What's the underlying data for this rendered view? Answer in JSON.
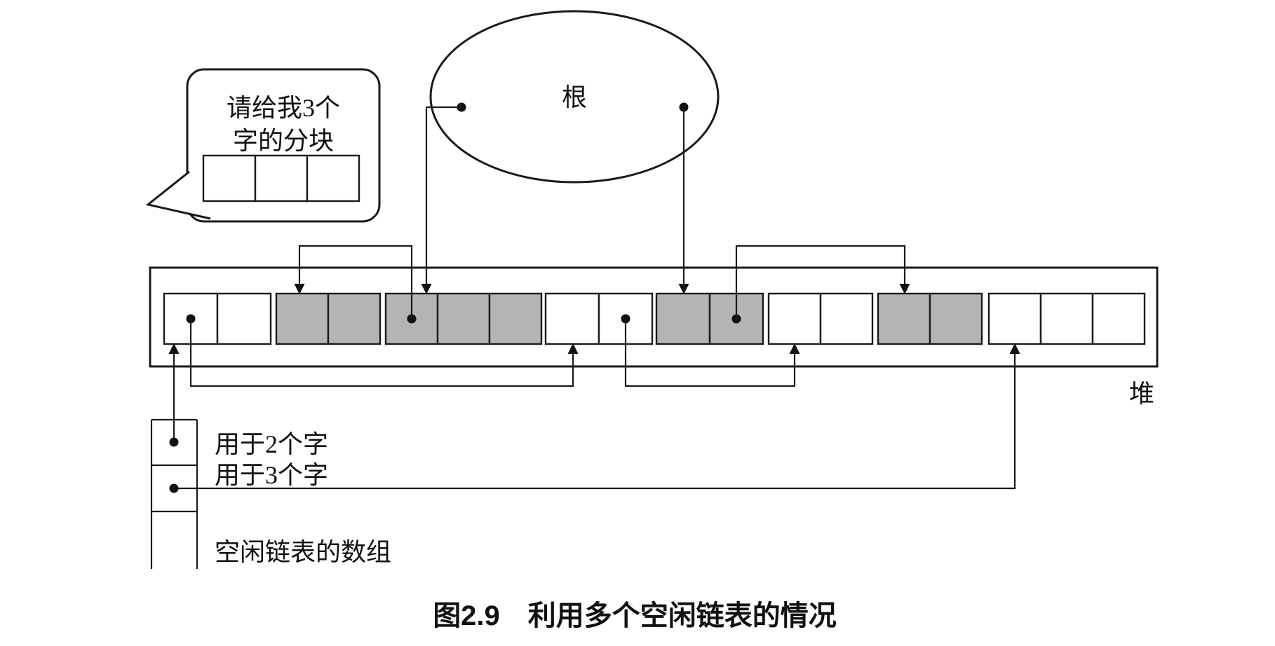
{
  "figure_caption": "图2.9　利用多个空闲链表的情况",
  "speech_bubble": {
    "text_line1": "请给我3个",
    "text_line2": "字的分块",
    "chunk_cells": 3
  },
  "root": {
    "label": "根",
    "pointer_count": 2
  },
  "heap": {
    "label": "堆",
    "segments": [
      {
        "id": 0,
        "state": "free",
        "words": 2
      },
      {
        "id": 1,
        "state": "allocated",
        "words": 2
      },
      {
        "id": 2,
        "state": "allocated",
        "words": 3
      },
      {
        "id": 3,
        "state": "free",
        "words": 2
      },
      {
        "id": 4,
        "state": "allocated",
        "words": 2
      },
      {
        "id": 5,
        "state": "free",
        "words": 2
      },
      {
        "id": 6,
        "state": "allocated",
        "words": 2
      },
      {
        "id": 7,
        "state": "free",
        "words": 3
      }
    ]
  },
  "free_list_array": {
    "label": "空闲链表的数组",
    "entries": [
      {
        "label": "用于2个字",
        "points_to": "segment-0"
      },
      {
        "label": "用于3个字",
        "points_to": "segment-7"
      }
    ]
  },
  "pointers": [
    {
      "from": "root",
      "to": "segment-2"
    },
    {
      "from": "root",
      "to": "segment-4"
    },
    {
      "from": "segment-2",
      "to": "segment-1"
    },
    {
      "from": "segment-4",
      "to": "segment-6"
    },
    {
      "from": "free-list-entry-0",
      "to": "segment-0"
    },
    {
      "from": "segment-0",
      "to": "segment-3"
    },
    {
      "from": "segment-3",
      "to": "segment-5"
    },
    {
      "from": "free-list-entry-1",
      "to": "segment-7"
    }
  ],
  "colors": {
    "allocated_fill": "#b4b4b4",
    "free_fill": "#ffffff",
    "line": "#1a1a1a",
    "background": "#ffffff"
  }
}
